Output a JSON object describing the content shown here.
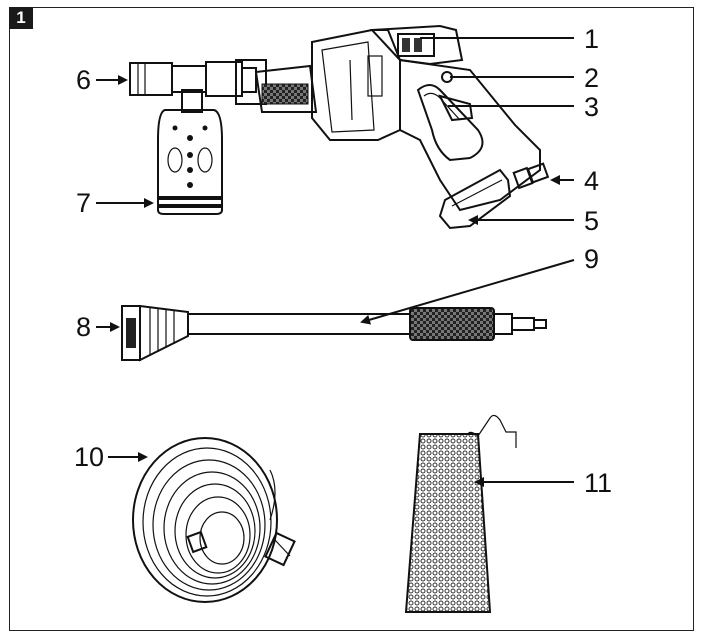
{
  "figure": {
    "number": "1"
  },
  "callouts": [
    {
      "id": "1",
      "label": "1"
    },
    {
      "id": "2",
      "label": "2"
    },
    {
      "id": "3",
      "label": "3"
    },
    {
      "id": "4",
      "label": "4"
    },
    {
      "id": "5",
      "label": "5"
    },
    {
      "id": "6",
      "label": "6"
    },
    {
      "id": "7",
      "label": "7"
    },
    {
      "id": "8",
      "label": "8"
    },
    {
      "id": "9",
      "label": "9"
    },
    {
      "id": "10",
      "label": "10"
    },
    {
      "id": "11",
      "label": "11"
    }
  ],
  "colors": {
    "line": "#111111",
    "body_dark": "#3a3a3a",
    "body_mid": "#8a8a8a",
    "background": "#ffffff"
  }
}
